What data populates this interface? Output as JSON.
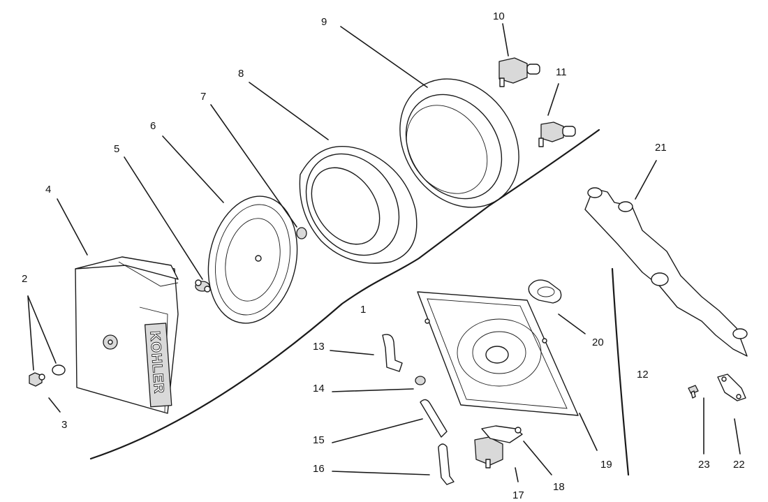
{
  "diagram": {
    "brand_text": "KOHLER",
    "callouts": {
      "c1": "1",
      "c2": "2",
      "c3": "3",
      "c4": "4",
      "c5": "5",
      "c6": "6",
      "c7": "7",
      "c8": "8",
      "c9": "9",
      "c10": "10",
      "c11": "11",
      "c12": "12",
      "c13": "13",
      "c14": "14",
      "c15": "15",
      "c16": "16",
      "c17": "17",
      "c18": "18",
      "c19": "19",
      "c20": "20",
      "c21": "21",
      "c22": "22",
      "c23": "23"
    },
    "colors": {
      "ink": "#1a1a1a",
      "paper": "#ffffff",
      "shade": "#d9d9d9"
    }
  }
}
